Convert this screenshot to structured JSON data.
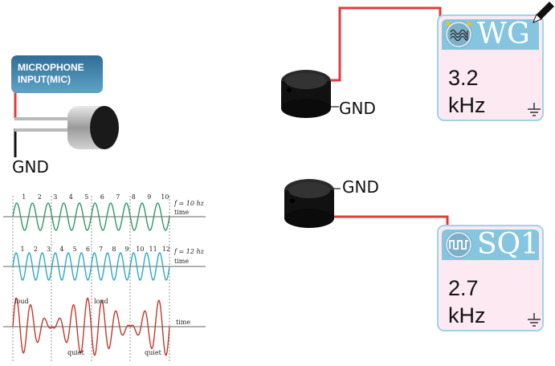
{
  "microphone": {
    "badge_line1": "MICROPHONE",
    "badge_line2": "INPUT(MIC)",
    "gnd_label": "GND"
  },
  "buzzer_top": {
    "gnd_label": "GND"
  },
  "buzzer_bottom": {
    "gnd_label": "GND"
  },
  "wg": {
    "title": "WG",
    "frequency": "3.2",
    "unit": "kHz",
    "icon": "sine-wave-icon"
  },
  "sq1": {
    "title": "SQ1",
    "frequency": "2.7",
    "unit": "kHz",
    "icon": "square-wave-icon"
  },
  "wave_diagram": {
    "row1_ticks": [
      "1",
      "2",
      "3",
      "4",
      "5",
      "6",
      "7",
      "8",
      "9",
      "10"
    ],
    "row1_label": "f = 10 hz",
    "row1_axis": "time",
    "row2_ticks": [
      "1",
      "2",
      "3",
      "4",
      "5",
      "6",
      "7",
      "8",
      "9",
      "10",
      "11",
      "12"
    ],
    "row2_label": "f = 12 hz",
    "row2_axis": "time",
    "row3_loud": "loud",
    "row3_quiet": "quiet",
    "row3_axis": "time"
  },
  "colors": {
    "wire_red": "#e23b3b",
    "card_border": "#9fd4e6",
    "card_bg": "#fce9f2",
    "card_head": "#86c5df"
  }
}
